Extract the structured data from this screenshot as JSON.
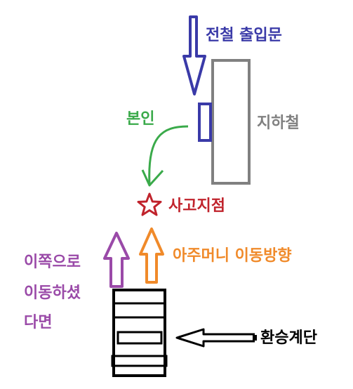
{
  "labels": {
    "entrance": "전철 출입문",
    "subway": "지하철",
    "self": "본인",
    "accident": "사고지점",
    "woman_path": "아주머니 이동방향",
    "alt_path_line1": "이쪽으로",
    "alt_path_line2": "이동하셨",
    "alt_path_line3": "다면",
    "stairs": "환승계단"
  },
  "colors": {
    "entrance": "#3a3aa8",
    "subway": "#808080",
    "self": "#3aaa4a",
    "accident": "#c0232c",
    "woman_path": "#f08a2a",
    "alt_path": "#9a4aa8",
    "stairs": "#000000"
  },
  "icons": {
    "accident_marker": "star-outline-icon"
  }
}
